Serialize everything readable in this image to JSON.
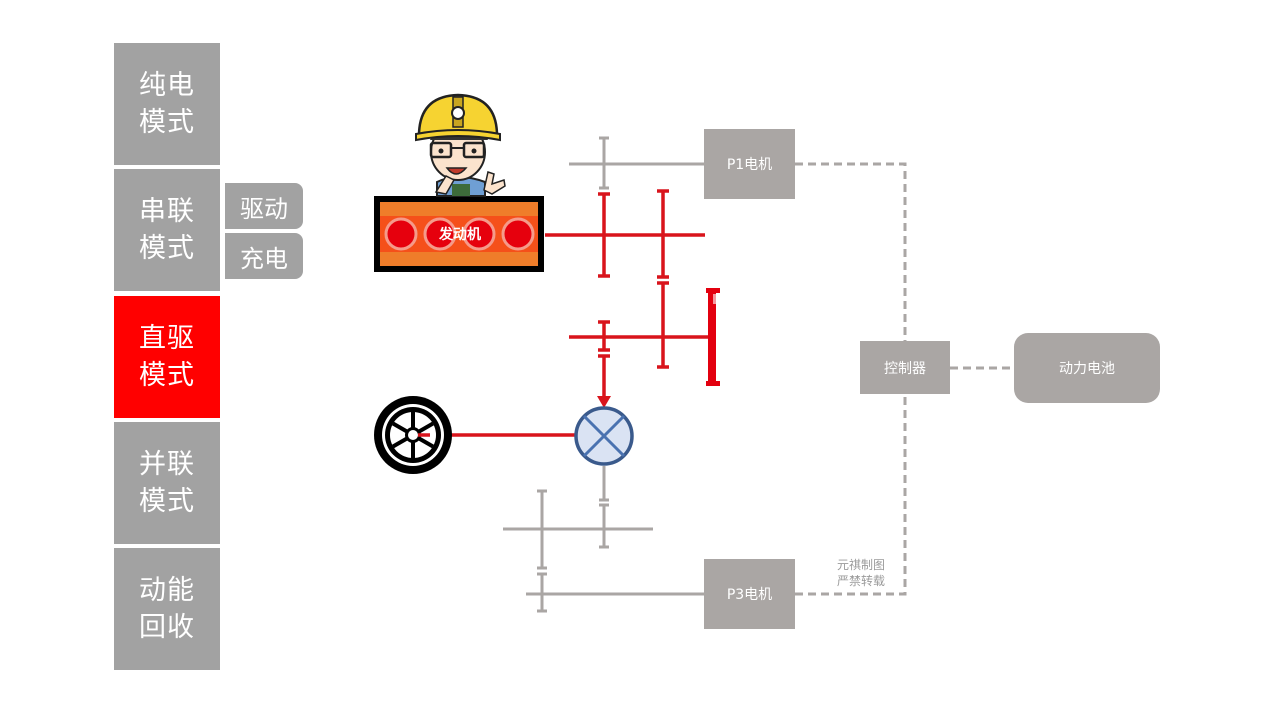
{
  "modes": [
    {
      "line1": "纯电",
      "line2": "模式",
      "active": false
    },
    {
      "line1": "串联",
      "line2": "模式",
      "active": false
    },
    {
      "line1": "直驱",
      "line2": "模式",
      "active": true
    },
    {
      "line1": "并联",
      "line2": "模式",
      "active": false
    },
    {
      "line1": "动能",
      "line2": "回收",
      "active": false
    }
  ],
  "series_submodes": [
    "驱动",
    "充电"
  ],
  "diagram": {
    "engine_label": "发动机",
    "p1_motor_label": "P1电机",
    "p3_motor_label": "P3电机",
    "controller_label": "控制器",
    "battery_label": "动力电池",
    "watermark_line1": "元祺制图",
    "watermark_line2": "严禁转载"
  },
  "colors": {
    "active_mode": "#ff0000",
    "inactive_mode": "#a2a2a2",
    "power_flow": "#d9141c",
    "idle_component": "#aaa6a4",
    "differential": "#3a5a8c"
  }
}
